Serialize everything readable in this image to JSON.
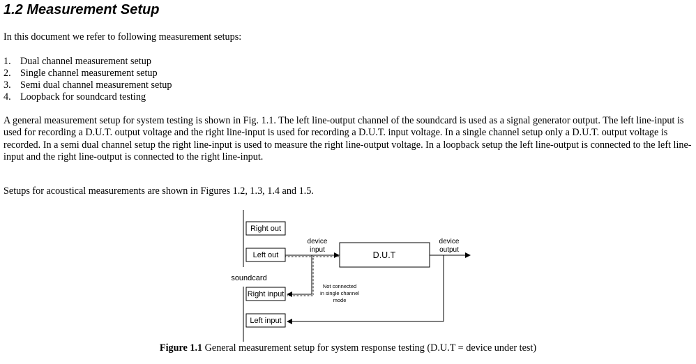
{
  "heading": "1.2 Measurement Setup",
  "intro": "In this document we refer to following measurement setups:",
  "setups_list": [
    {
      "num": "1.",
      "text": "Dual channel measurement setup"
    },
    {
      "num": "2.",
      "text": "Single channel measurement setup"
    },
    {
      "num": "3.",
      "text": "Semi dual channel measurement setup"
    },
    {
      "num": "4.",
      "text": "Loopback for soundcard testing"
    }
  ],
  "paragraph": "A general measurement setup for system testing is shown in Fig. 1.1.  The left line-output channel of the soundcard is used as  a signal generator output. The left line-input is used for recording a D.U.T. output voltage and the right line-input is used for  recording a D.U.T. input voltage. In a single channel setup only a D.U.T. output voltage is recorded.  In a semi dual channel setup the right line-input is used to measure the right line-output voltage. In a loopback setup the left line-output is connected to the left line-input and the right line-output is connected to the right line-input.",
  "setups_note": "Setups for acoustical measurements are shown in Figures 1.2, 1.3, 1.4 and 1.5.",
  "diagram": {
    "right_out": "Right out",
    "left_out": "Left out",
    "soundcard": "soundcard",
    "right_input": "Right input",
    "left_input": "Left input",
    "device_input_1": "device",
    "device_input_2": "input",
    "dut": "D.U.T",
    "device_output_1": "device",
    "device_output_2": "output",
    "not_connected_1": "Not connected",
    "not_connected_2": "in single channel",
    "not_connected_3": "mode"
  },
  "caption": {
    "label": "Figure 1.1",
    "text": " General measurement setup for system response testing (D.U.T = device under test)"
  }
}
